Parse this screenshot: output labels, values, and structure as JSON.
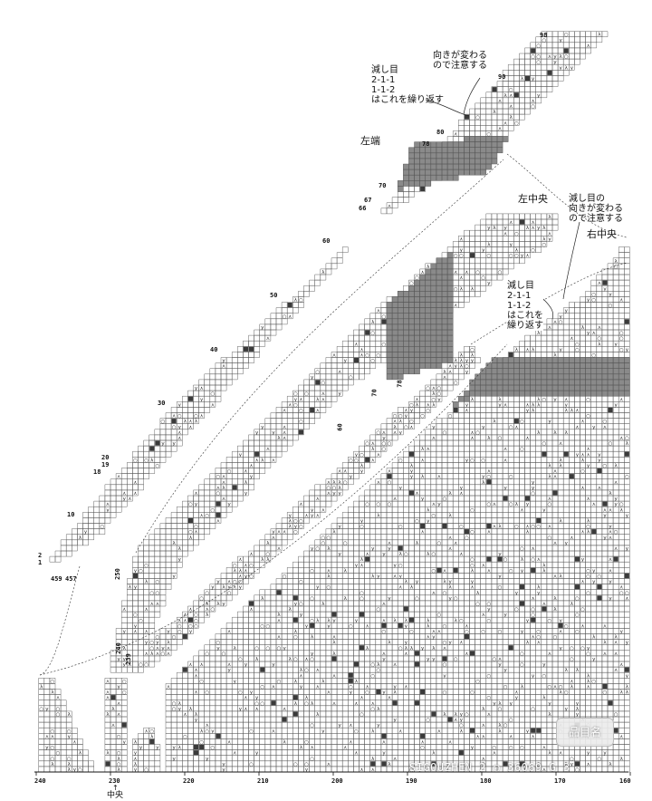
{
  "labels": {
    "note_top_left": "減し目\n2-1-1\n1-1-2\nはこれを繰り返す",
    "note_top_mid": "向きが変わる\nので注意する",
    "left_end": "左端",
    "left_center": "左中央",
    "note_right_top": "減し目の\n向きが変わる\nので注意する",
    "right_center": "右中央",
    "note_right_mid": "減し目\n2-1-1\n1-1-2\nはこれを\n繰り返す",
    "center_bottom": "中央"
  },
  "row_numbers": {
    "top_block": [
      "98",
      "90",
      "80",
      "78"
    ],
    "left_side": [
      "70",
      "67",
      "66",
      "60",
      "50",
      "40",
      "30",
      "20",
      "19",
      "18",
      "10",
      "2",
      "1"
    ]
  },
  "stitch_numbers_left": [
    "459",
    "457"
  ],
  "vertical_numbers": [
    "250",
    "240",
    "239",
    "60",
    "70",
    "78"
  ],
  "bottom_axis": [
    "240",
    "230",
    "220",
    "210",
    "200",
    "190",
    "180",
    "170",
    "160"
  ],
  "watermark": {
    "text": "SIGOUZHEN 2 ○ 36069 G 3",
    "logo": "品目名"
  },
  "legend_colors": {
    "grid_line": "#555555",
    "shaded": "#8a8a8a",
    "dark_cell": "#3a3a3a"
  }
}
